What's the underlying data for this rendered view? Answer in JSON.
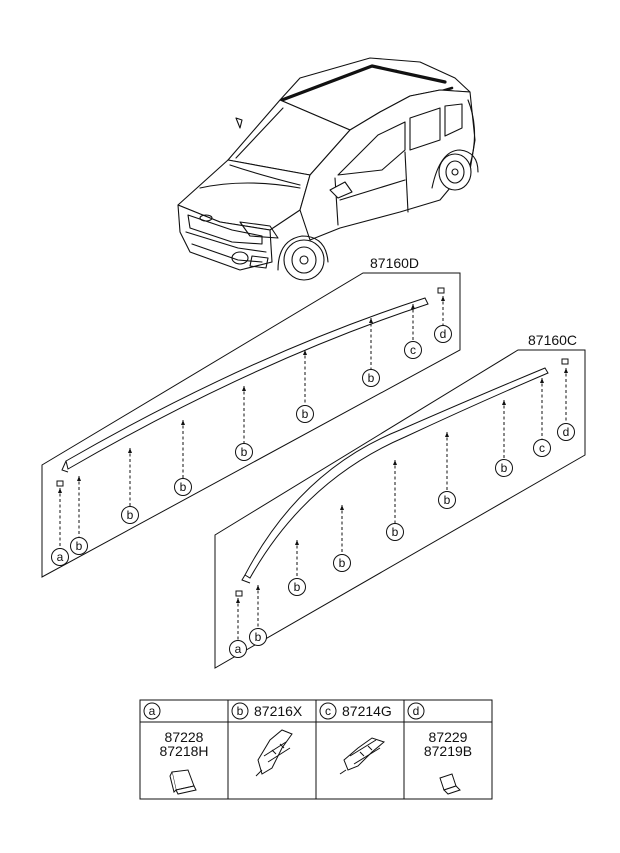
{
  "assemblies": {
    "upper": {
      "part_no": "87160D"
    },
    "lower": {
      "part_no": "87160C"
    }
  },
  "callout_letters": {
    "a": "a",
    "b": "b",
    "c": "c",
    "d": "d"
  },
  "legend": {
    "cells": [
      {
        "letter": "a",
        "header_part": "",
        "parts": [
          "87228",
          "87218H"
        ]
      },
      {
        "letter": "b",
        "header_part": "87216X",
        "parts": []
      },
      {
        "letter": "c",
        "header_part": "87214G",
        "parts": []
      },
      {
        "letter": "d",
        "header_part": "",
        "parts": [
          "87229",
          "87219B"
        ]
      }
    ]
  }
}
